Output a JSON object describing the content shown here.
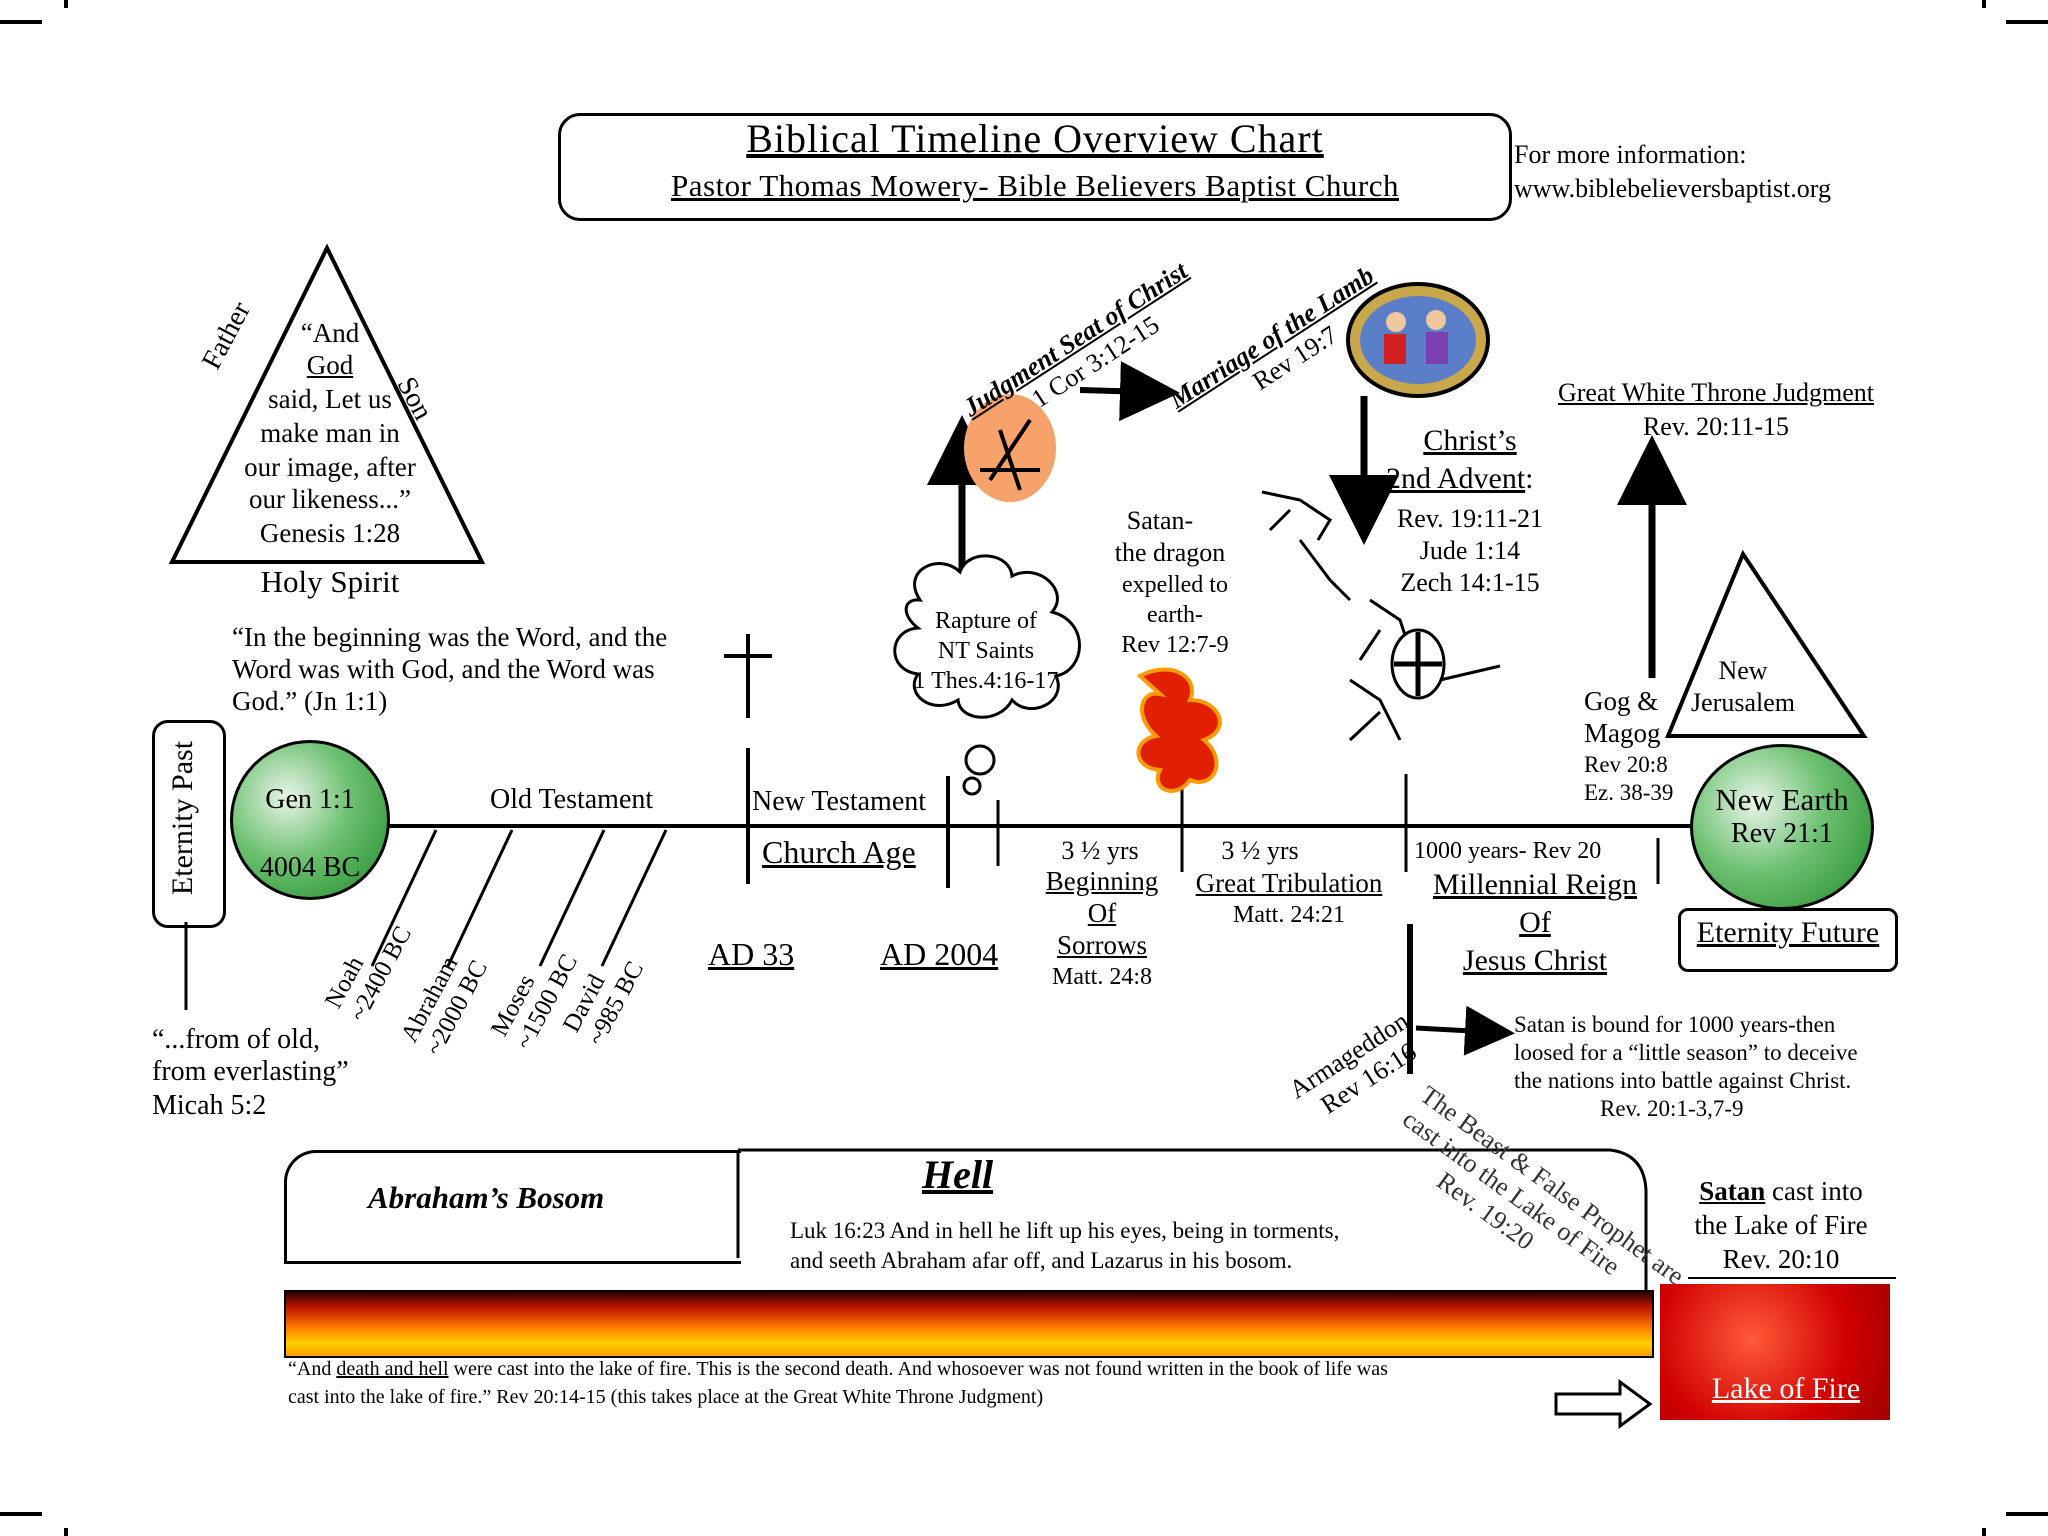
{
  "header": {
    "title": "Biblical Timeline Overview Chart",
    "subtitle": "Pastor Thomas Mowery- Bible Believers Baptist Church",
    "info_line1": "For more information:",
    "info_line2": "www.biblebelieversbaptist.org"
  },
  "trinity": {
    "father": "Father",
    "son": "Son",
    "holy_spirit": "Holy Spirit",
    "quote_l1": "“And",
    "quote_l2": "God",
    "quote_l3": "said, Let us",
    "quote_l4": "make man in",
    "quote_l5": "our image, after",
    "quote_l6": "our likeness...”",
    "reference": "Genesis 1:28"
  },
  "john_quote": {
    "l1": "“In the beginning was the Word, and the",
    "l2": "Word was with God, and the Word was",
    "l3": "God.” (Jn 1:1)"
  },
  "eternity_past": "Eternity Past",
  "micah": {
    "l1": "“...from of old,",
    "l2": "from everlasting”",
    "l3": "Micah 5:2"
  },
  "creation": {
    "gen": "Gen 1:1",
    "year": "4004 BC"
  },
  "old_testament": "Old Testament",
  "ot_people": [
    {
      "name": "Noah",
      "date": "~2400 BC"
    },
    {
      "name": "Abraham",
      "date": "~2000 BC"
    },
    {
      "name": "Moses",
      "date": "~1500 BC"
    },
    {
      "name": "David",
      "date": "~985 BC"
    }
  ],
  "new_testament": "New Testament",
  "church_age": "Church Age",
  "ad33": "AD 33",
  "ad2004": "AD 2004",
  "rapture": {
    "l1": "Rapture of",
    "l2": "NT Saints",
    "l3": "1 Thes.4:16-17"
  },
  "judgment_seat": {
    "title": "Judgment Seat of Christ",
    "ref": "1 Cor 3:12-15"
  },
  "marriage": {
    "title": "Marriage of the Lamb",
    "ref": "Rev 19:7"
  },
  "satan_dragon": {
    "l1": "Satan-",
    "l2": "the dragon",
    "l3": "expelled to",
    "l4": "earth-",
    "l5": "Rev 12:7-9"
  },
  "beginning_sorrows": {
    "years": "3 ½ yrs",
    "l1": "Beginning",
    "l2": "Of",
    "l3": "Sorrows",
    "ref": "Matt. 24:8"
  },
  "great_tribulation": {
    "years": "3 ½ yrs",
    "title": "Great Tribulation",
    "ref": "Matt. 24:21"
  },
  "second_advent": {
    "l1": "Christ’s",
    "l2": "2nd Advent",
    "colon": ":",
    "r1": "Rev. 19:11-21",
    "r2": "Jude 1:14",
    "r3": "Zech 14:1-15"
  },
  "millennium": {
    "years": "1000 years- Rev 20",
    "l1": "Millennial Reign",
    "l2": "Of",
    "l3": "Jesus Christ"
  },
  "white_throne": {
    "title": "Great White Throne Judgment",
    "ref": "Rev. 20:11-15"
  },
  "gog": {
    "l1": "Gog &",
    "l2": "Magog",
    "l3": "Rev 20:8",
    "l4": "Ez. 38-39"
  },
  "new_jerusalem": {
    "l1": "New",
    "l2": "Jerusalem"
  },
  "new_earth": {
    "l1": "New Earth",
    "l2": "Rev 21:1"
  },
  "eternity_future": "Eternity Future",
  "armageddon": {
    "l1": "Armageddon",
    "l2": "Rev 16:16"
  },
  "satan_bound": {
    "l1": "Satan is bound for 1000 years-then",
    "l2": "loosed for a “little season” to deceive",
    "l3": "the nations into battle against Christ.",
    "l4": "Rev. 20:1-3,7-9"
  },
  "beast": {
    "l1": "The Beast & False Prophet are",
    "l2": "cast into the Lake of Fire",
    "l3": "Rev. 19:20"
  },
  "abrahams_bosom": "Abraham’s Bosom",
  "hell": {
    "title": "Hell",
    "l1": "Luk 16:23  And in hell he lift up his eyes, being in torments,",
    "l2": "and seeth Abraham afar off, and Lazarus in his bosom."
  },
  "satan_lake": {
    "l1a": "Satan",
    "l1b": " cast into",
    "l2": "the Lake of Fire",
    "l3": "Rev. 20:10"
  },
  "lake_of_fire": "Lake of Fire",
  "bottom_quote": {
    "l1a": "“And ",
    "l1b": "death and hell",
    "l1c": " were cast into the lake of fire. This is the second death. And whosoever was not found written in the book of life was",
    "l2": "cast into the lake of fire.” Rev 20:14-15 (this takes place at the Great White Throne Judgment)"
  }
}
